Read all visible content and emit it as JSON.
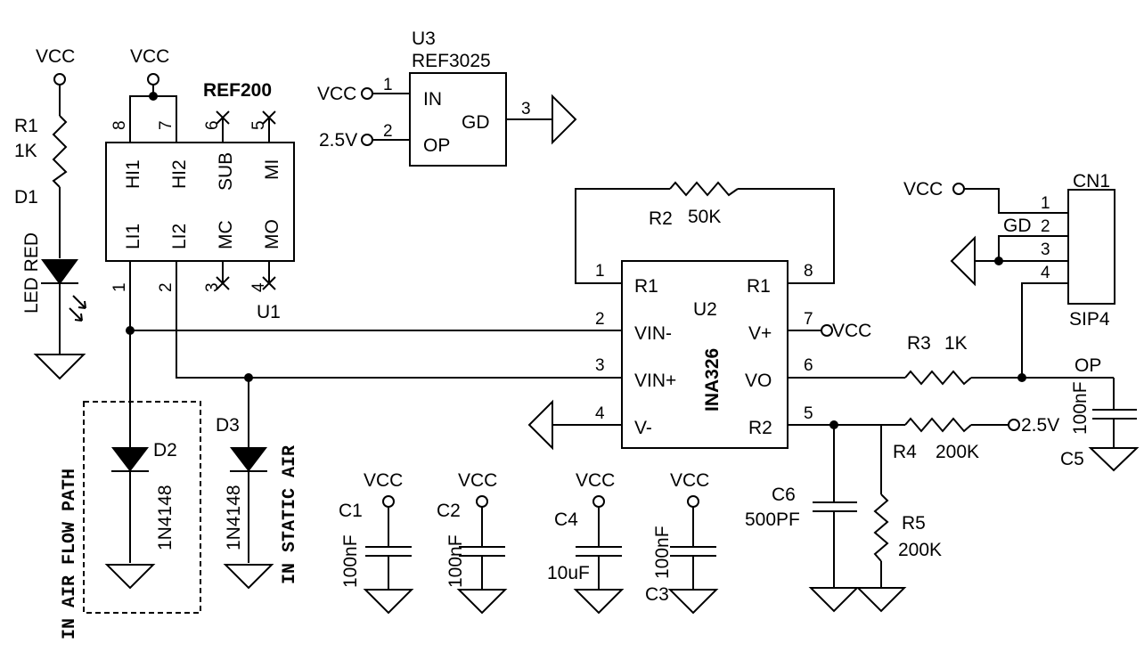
{
  "power": {
    "vcc": "VCC",
    "v25": "2.5V",
    "gd": "GD",
    "op": "OP"
  },
  "u1": {
    "name": "REF200",
    "ref": "U1",
    "pin_nums": [
      "8",
      "7",
      "6",
      "5",
      "1",
      "2",
      "3",
      "4"
    ],
    "pin_labels": [
      "HI1",
      "HI2",
      "SUB",
      "MI",
      "LI1",
      "LI2",
      "MC",
      "MO"
    ]
  },
  "u2": {
    "name": "INA326",
    "ref": "U2",
    "left_pins": [
      "1",
      "2",
      "3",
      "4"
    ],
    "left_labels": [
      "R1",
      "VIN-",
      "VIN+",
      "V-"
    ],
    "right_pins": [
      "8",
      "7",
      "6",
      "5"
    ],
    "right_labels": [
      "R1",
      "V+",
      "VO",
      "R2"
    ]
  },
  "u3": {
    "ref": "U3",
    "name": "REF3025",
    "pins": [
      "1",
      "2",
      "3"
    ],
    "labels": [
      "IN",
      "OP",
      "GD"
    ]
  },
  "cn1": {
    "ref": "CN1",
    "type": "SIP4",
    "pins": [
      "1",
      "2",
      "3",
      "4"
    ]
  },
  "resistors": {
    "r1": {
      "ref": "R1",
      "value": "1K"
    },
    "r2": {
      "ref": "R2",
      "value": "50K"
    },
    "r3": {
      "ref": "R3",
      "value": "1K"
    },
    "r4": {
      "ref": "R4",
      "value": "200K"
    },
    "r5": {
      "ref": "R5",
      "value": "200K"
    }
  },
  "capacitors": {
    "c1": {
      "ref": "C1",
      "value": "100nF"
    },
    "c2": {
      "ref": "C2",
      "value": "100nF"
    },
    "c3": {
      "ref": "C3",
      "value": "100nF"
    },
    "c4": {
      "ref": "C4",
      "value": "10uF"
    },
    "c5": {
      "ref": "C5",
      "value": "100nF"
    },
    "c6": {
      "ref": "C6",
      "value": "500PF"
    }
  },
  "diodes": {
    "d1": {
      "ref": "D1",
      "value": "LED RED"
    },
    "d2": {
      "ref": "D2",
      "value": "1N4148"
    },
    "d3": {
      "ref": "D3",
      "value": "1N4148"
    }
  },
  "notes": {
    "flow": "IN AIR FLOW PATH",
    "static": "IN STATIC AIR"
  }
}
